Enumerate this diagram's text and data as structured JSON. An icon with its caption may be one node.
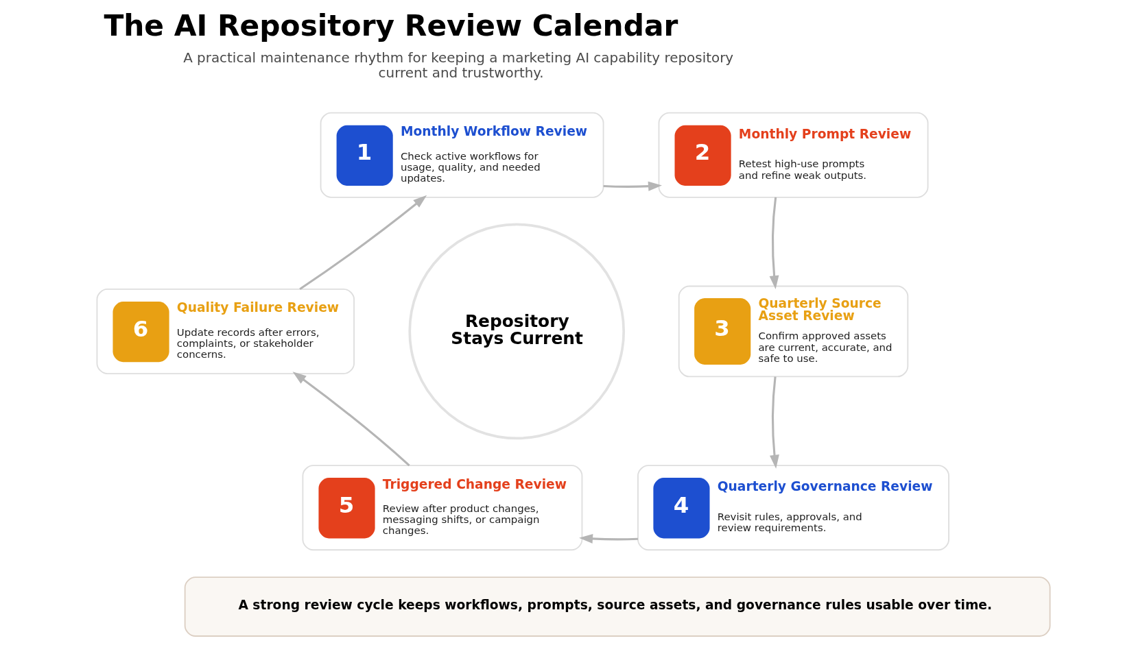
{
  "diagram": {
    "title": "The AI Repository Review Calendar",
    "nodes": [
      {
        "text": [
          "1",
          "Monthly Workflow Review",
          "Check active workflows for usage, quality, and needed updates."
        ]
      },
      {
        "text": [
          "2",
          "Monthly Prompt Review",
          "Retest high-use prompts and refine weak outputs."
        ]
      },
      {
        "text": [
          "3",
          "Quarterly Source Asset Review",
          "Confirm approved assets are current, accurate, and safe to use."
        ]
      },
      {
        "text": [
          "4",
          "Quarterly Governance Review",
          "Revisit rules, approvals, and review requirements."
        ]
      },
      {
        "text": [
          "5",
          "Triggered Change Review",
          "Review after product changes, messaging shifts, or campaign changes."
        ]
      },
      {
        "text": [
          "6",
          "Quality Failure Review",
          "Update records after errors, complaints, or stakeholder concerns."
        ]
      },
      {
        "text": [
          "Repository Stays Current"
        ]
      },
      {
        "text": [
          "A strong review cycle keeps workflows, prompts, source assets, and governance rules usable over time."
        ]
      }
    ],
    "edges": [
      {
        "from": 0,
        "to": 1,
        "arrow": "to"
      },
      {
        "from": 1,
        "to": 2,
        "arrow": "to"
      },
      {
        "from": 2,
        "to": 3,
        "arrow": "to"
      },
      {
        "from": 3,
        "to": 4,
        "arrow": "to"
      },
      {
        "from": 4,
        "to": 5,
        "arrow": "to"
      },
      {
        "from": 5,
        "to": 0,
        "arrow": "to"
      }
    ],
    "labels": [
      "A practical maintenance rhythm for keeping a marketing AI capability repository current and trustworthy."
    ]
  }
}
